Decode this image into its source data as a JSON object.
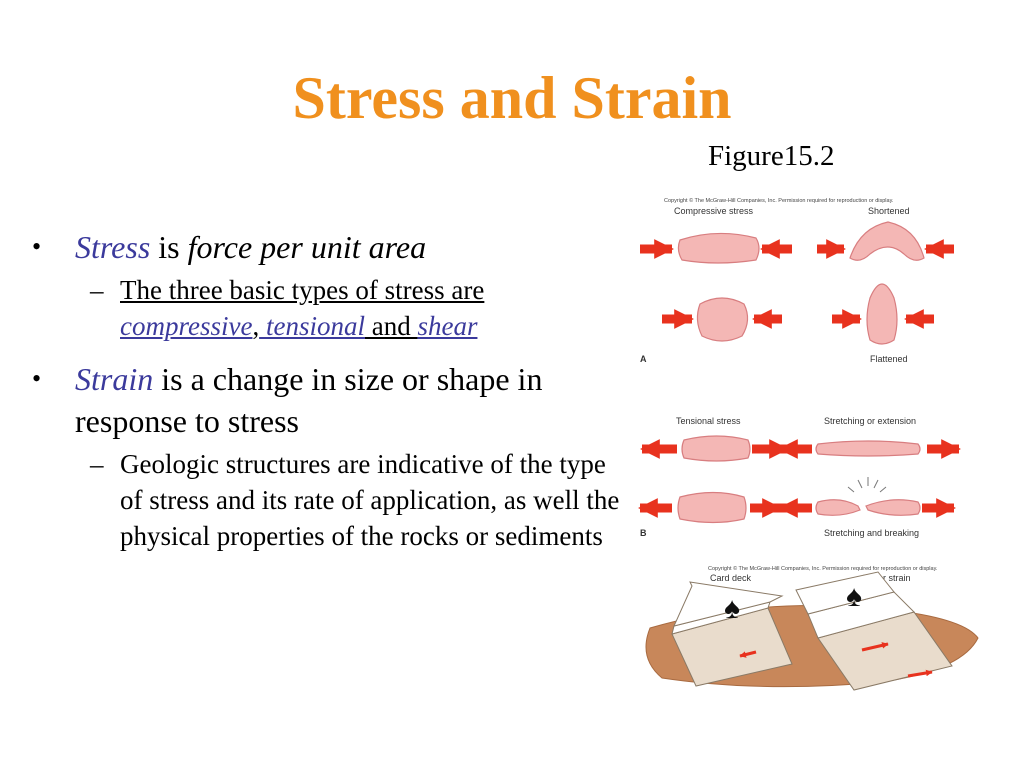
{
  "slide": {
    "title": "Stress and Strain",
    "figure_label": "Figure15.2"
  },
  "bullets": [
    {
      "term": "Stress",
      "connector": " is ",
      "definition": "force per unit area",
      "sub": {
        "text": "The three basic types of stress are",
        "link1": "compressive",
        "sep1": ",",
        "link2": " tensional",
        "sep2": " and ",
        "link3": "shear"
      }
    },
    {
      "term": "Strain",
      "rest": " is a change in size or shape in response to stress",
      "sub": {
        "text": "Geologic structures are indicative of the type of stress and its rate of application, as well the physical properties of the rocks or sediments"
      }
    }
  ],
  "figure": {
    "copyright": "Copyright © The McGraw-Hill Companies, Inc. Permission required for reproduction or display.",
    "panel_a": {
      "label": "A",
      "left_caption": "Compressive stress",
      "right_top_caption": "Shortened",
      "right_bottom_caption": "Flattened"
    },
    "panel_b": {
      "label": "B",
      "left_caption": "Tensional stress",
      "right_top_caption": "Stretching or extension",
      "right_bottom_caption": "Stretching and breaking"
    },
    "panel_c": {
      "left_caption": "Card deck",
      "right_caption": "Shear strain"
    },
    "colors": {
      "arrow": "#e8321e",
      "body": "#f4b7b5",
      "body_edge": "#d87e80",
      "table": "#c8875a",
      "card_face": "#ffffff",
      "card_edge": "#e9dccc"
    }
  }
}
